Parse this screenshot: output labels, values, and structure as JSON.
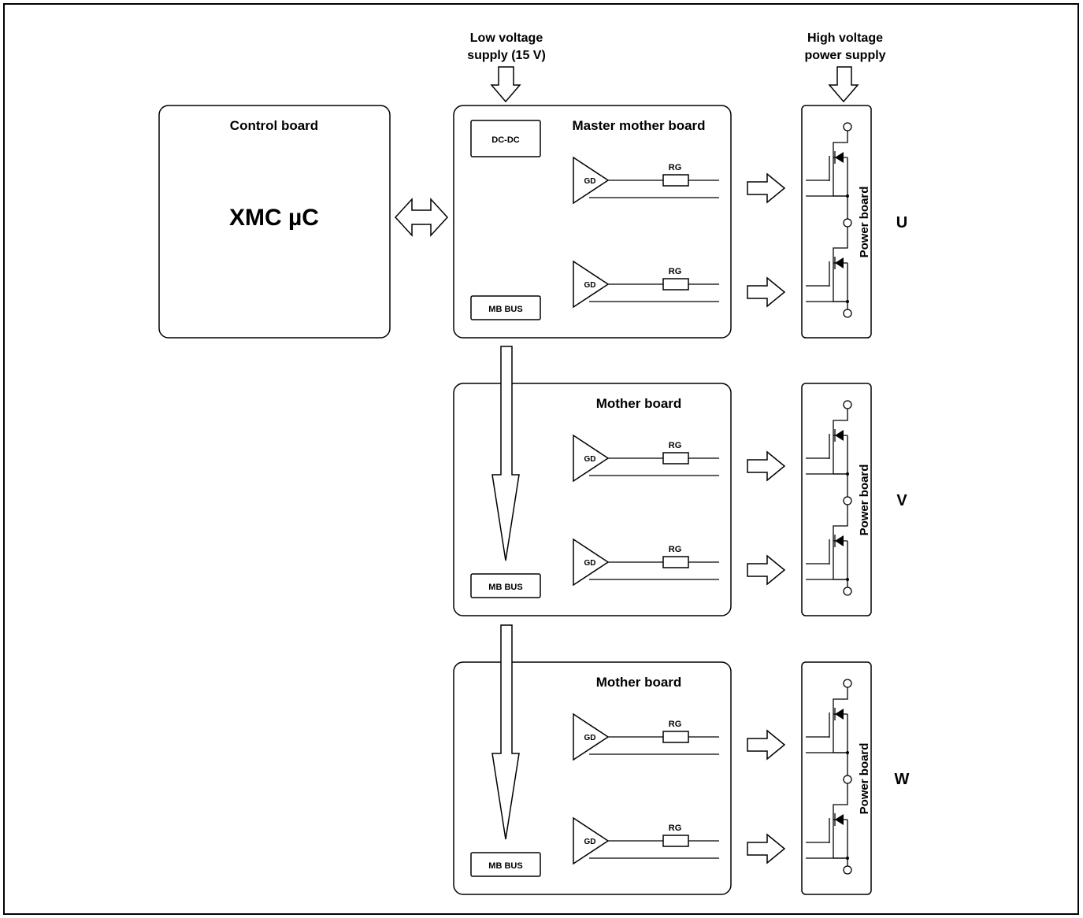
{
  "control_board": {
    "title": "Control board",
    "chip": "XMC µC"
  },
  "supplies": {
    "low_voltage_line1": "Low voltage",
    "low_voltage_line2": "supply (15 V)",
    "high_voltage_line1": "High voltage",
    "high_voltage_line2": "power supply"
  },
  "boards": [
    {
      "title": "Master mother board",
      "dcdc": "DC-DC",
      "bus": "MB BUS",
      "phase": "U",
      "power_board": "Power board",
      "gd": "GD",
      "rg": "RG"
    },
    {
      "title": "Mother board",
      "bus": "MB BUS",
      "phase": "V",
      "power_board": "Power board",
      "gd": "GD",
      "rg": "RG"
    },
    {
      "title": "Mother board",
      "bus": "MB BUS",
      "phase": "W",
      "power_board": "Power board",
      "gd": "GD",
      "rg": "RG"
    }
  ]
}
